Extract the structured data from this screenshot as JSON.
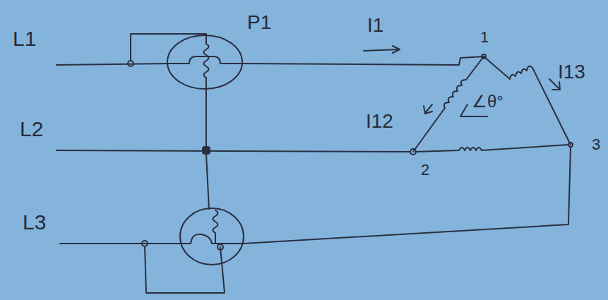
{
  "diagram": {
    "labels": [
      "L1",
      "P1",
      "I1",
      "1",
      "I13",
      "L2",
      "I12",
      "∠θ°",
      "3",
      "2",
      "L3"
    ]
  }
}
